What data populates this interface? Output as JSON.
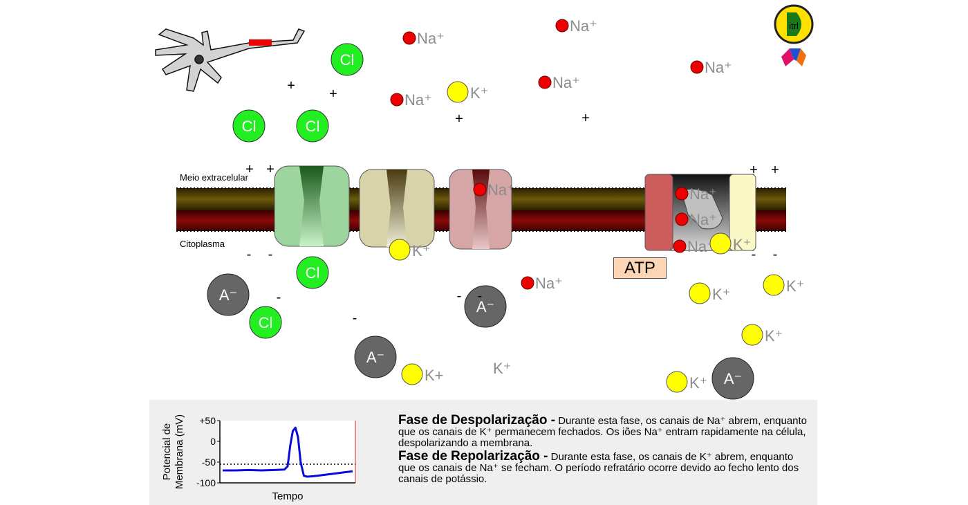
{
  "labels": {
    "extracellular": "Meio extracelular",
    "cytoplasm": "Citoplasma",
    "atp": "ATP"
  },
  "ions": {
    "na": "Na⁺",
    "k": "K⁺",
    "k_plain": "K+",
    "cl": "Cl",
    "anion": "A⁻",
    "plus": "+",
    "minus": "-"
  },
  "graph": {
    "ylabel_line1": "Potencial de",
    "ylabel_line2": "Membrana (mV)",
    "xlabel": "Tempo",
    "ticks": [
      "+50",
      "0",
      "-50",
      "-100"
    ]
  },
  "chart_data": {
    "type": "line",
    "xlabel": "Tempo",
    "ylabel": "Potencial de Membrana (mV)",
    "ylim": [
      -100,
      50
    ],
    "y_ticks": [
      "+50",
      "0",
      "-50",
      "-100"
    ],
    "threshold": -55,
    "series": [
      {
        "x": [
          0,
          20,
          40,
          60,
          80,
          95,
          100,
          104,
          108,
          112,
          116,
          120,
          125,
          130,
          140,
          160,
          180,
          200
        ],
        "values": [
          -70,
          -70,
          -69,
          -70,
          -69,
          -68,
          -60,
          -10,
          25,
          33,
          10,
          -50,
          -83,
          -85,
          -84,
          -80,
          -76,
          -72
        ]
      }
    ],
    "colors": {
      "line": "#0a0adc",
      "threshold": "#000000",
      "cursor": "#e02020"
    }
  },
  "description": {
    "depol_title": "Fase de Despolarização -",
    "depol_text": " Durante esta fase, os canais de Na⁺ abrem, enquanto que os canais de K⁺ permanecem fechados. Os iões Na⁺ entram rapidamente na célula, despolarizando a membrana.",
    "repol_title": "Fase de Repolarização -",
    "repol_text": " Durante esta fase, os canais de K⁺ abrem, enquanto que os canais de Na⁺ se fecham. O período refratário ocorre devido ao fecho lento dos canais de potássio."
  },
  "logo": {
    "text": "itrl"
  },
  "colors": {
    "na": "#ee0000",
    "k": "#ffff00",
    "cl": "#22ee22",
    "anion": "#666666",
    "membrane_top": "#3a2a00",
    "membrane_mid": "#8b0000"
  }
}
